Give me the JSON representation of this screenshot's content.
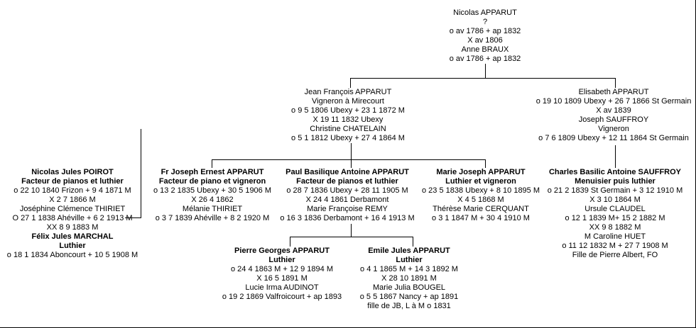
{
  "canvas": {
    "background_color": "#ffffff",
    "line_color": "#000000",
    "text_color": "#000000"
  },
  "persons": {
    "nicolas_apparut": {
      "lines": [
        "Nicolas APPARUT",
        "?",
        "o av 1786 + ap 1832",
        "X av 1806",
        "Anne BRAUX",
        "o av 1786 + ap 1832"
      ]
    },
    "jean_francois_apparut": {
      "lines": [
        "Jean François APPARUT",
        "Vigneron à Mirecourt",
        "o 9 5 1806 Ubexy + 23 1 1872 M",
        "X 19 11 1832 Ubexy",
        "Christine CHATELAIN",
        "o 5 1 1812 Ubexy + 27 4 1864 M"
      ]
    },
    "elisabeth_apparut": {
      "lines": [
        "Elisabeth APPARUT",
        "o 19 10 1809 Ubexy + 26 7 1866 St Germain",
        "X av 1839",
        "Joseph SAUFFROY",
        "Vigneron",
        "o 7 6 1809 Ubexy + 12 11 1864 St Germain"
      ]
    },
    "nicolas_jules_poirot": {
      "lines": [
        "Nicolas Jules POIROT",
        "Facteur de pianos et luthier",
        "o 22 10 1840 Frizon + 9 4 1871 M",
        "X 2 7 1866 M",
        "Joséphine Clémence THIRIET",
        "O 27 1 1838 Ahéville + 6 2 1913 M",
        "XX 8 9 1883 M",
        "Félix Jules MARCHAL",
        "Luthier",
        "o 18 1 1834 Aboncourt + 10 5 1908 M"
      ]
    },
    "joseph_ernest_apparut": {
      "lines": [
        "Fr Joseph Ernest APPARUT",
        "Facteur de piano et vigneron",
        "o 13 2 1835 Ubexy + 30 5 1906 M",
        "X 26 4 1862",
        "Mélanie THIRIET",
        "o 3 7 1839 Ahéville + 8 2 1920 M"
      ]
    },
    "paul_basilique_apparut": {
      "lines": [
        "Paul Basilique Antoine APPARUT",
        "Facteur de pianos et luthier",
        "o 28 7 1836 Ubexy + 28 11 1905 M",
        "X 24 4 1861 Derbamont",
        "Marie Françoise REMY",
        "o 16 3 1836 Derbamont + 16 4 1913 M"
      ]
    },
    "marie_joseph_apparut": {
      "lines": [
        "Marie Joseph APPARUT",
        "Luthier et vigneron",
        "o 23 5 1838 Ubexy + 8 10 1895 M",
        "X 4 5 1868 M",
        "Thérèse Marie CERQUANT",
        "o 3 1 1847 M + 30 4 1910 M"
      ]
    },
    "charles_sauffroy": {
      "lines": [
        "Charles Basilic Antoine SAUFFROY",
        "Menuisier puis luthier",
        "o 21 2 1839 St Germain + 3 12 1910 M",
        "X 3 10 1864 M",
        "Ursule CLAUDEL",
        "o 12 1 1839 M+ 15 2 1882 M",
        "XX 9 8 1882 M",
        "M Caroline HUET",
        "o 11 12 1832 M + 27 7 1908 M",
        "Fille de Pierre Albert, FO"
      ]
    },
    "pierre_georges_apparut": {
      "lines": [
        "Pierre Georges APPARUT",
        "Luthier",
        "o 24 4 1863 M + 12 9 1894 M",
        "X 16 5 1891 M",
        "Lucie Irma AUDINOT",
        "o 19 2 1869 Valfroicourt + ap 1893"
      ]
    },
    "emile_jules_apparut": {
      "lines": [
        "Emile Jules APPARUT",
        "Luthier",
        "o 4 1 1865 M + 14 3 1892 M",
        "X 28 10 1891 M",
        "Marie Julia BOUGEL",
        "o 5 5 1867 Nancy + ap 1891",
        "fille de JB, L à M o 1831"
      ]
    }
  }
}
